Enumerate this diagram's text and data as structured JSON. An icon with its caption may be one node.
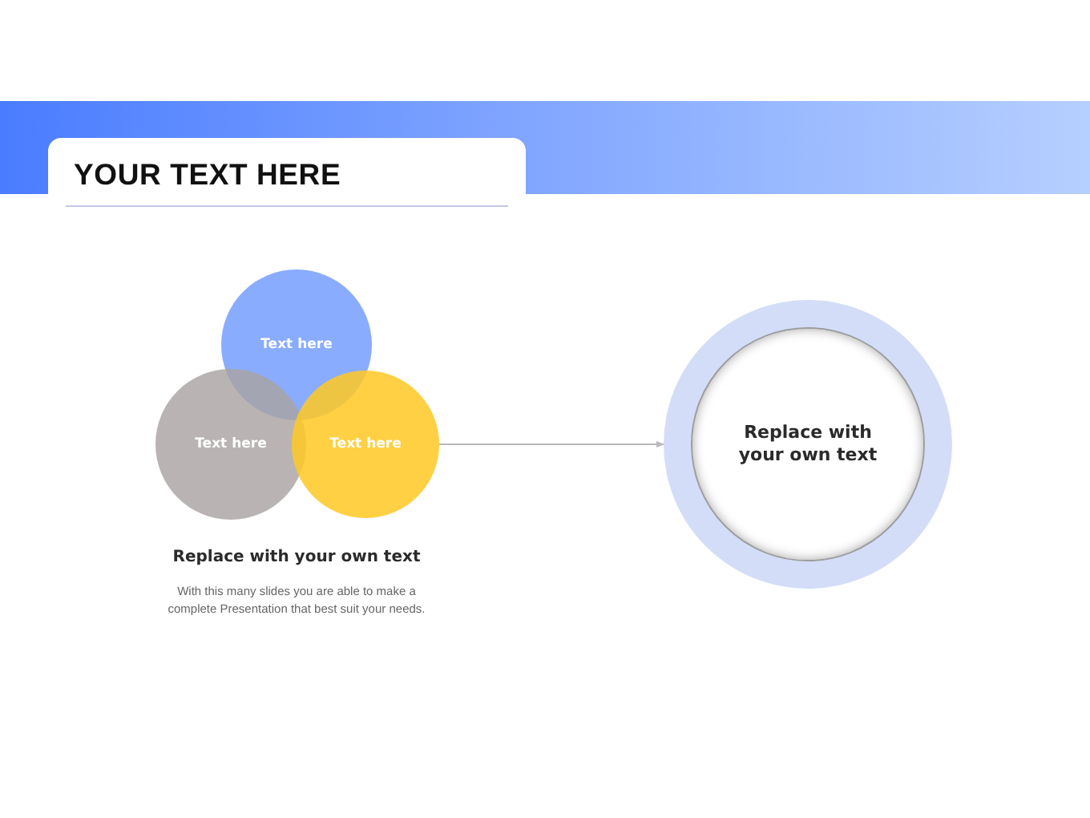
{
  "diagram": {
    "title": "YOUR TEXT HERE",
    "nodes": [
      {
        "text": [
          "Text here"
        ]
      },
      {
        "text": [
          "Text here"
        ]
      },
      {
        "text": [
          "Text here"
        ]
      },
      {
        "text": [
          "Replace with your own text"
        ]
      }
    ],
    "edges": [
      {
        "from": 2,
        "to": 3,
        "arrow": "to"
      }
    ],
    "labels": [
      "Replace with your own text",
      "With this many slides you are able to make a complete Presentation that best suit your needs."
    ]
  }
}
